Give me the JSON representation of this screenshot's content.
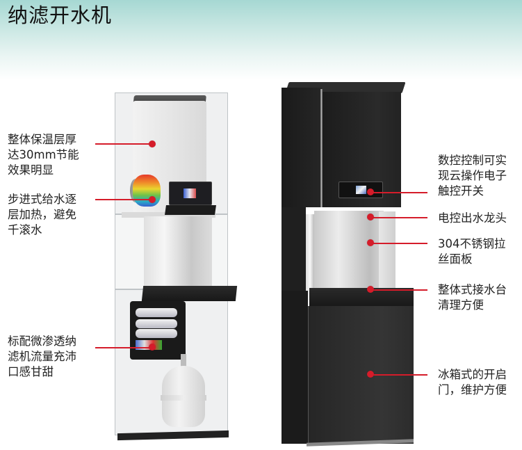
{
  "header": {
    "title": "纳滤开水机",
    "gradient_top": "#a6d8d3",
    "gradient_bottom": "#ffffff"
  },
  "theme": {
    "accent": "#d51c2a",
    "text": "#222222"
  },
  "left_unit": {
    "label": "transparent cutaway view",
    "callouts": [
      {
        "id": "insulation",
        "text": "整体保温层厚\n达30mm节能\n效果明显"
      },
      {
        "id": "stepped-heating",
        "text": "步进式给水逐\n层加热，避免\n千滚水"
      },
      {
        "id": "nanofiltration",
        "text": "标配微渗透纳\n滤机流量充沛\n口感甘甜"
      }
    ]
  },
  "right_unit": {
    "label": "black exterior view",
    "callouts": [
      {
        "id": "digital-control",
        "text": "数控控制可实\n现云操作电子\n触控开关"
      },
      {
        "id": "electric-faucet",
        "text": "电控出水龙头"
      },
      {
        "id": "steel-panel",
        "text": "304不锈钢拉\n丝面板"
      },
      {
        "id": "drip-tray",
        "text": "整体式接水台\n清理方便"
      },
      {
        "id": "fridge-door",
        "text": "冰箱式的开启\n门，维护方便"
      }
    ]
  }
}
